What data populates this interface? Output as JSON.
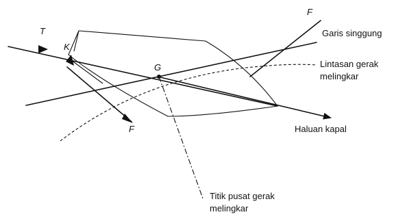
{
  "labels": {
    "t": "T",
    "k": "K",
    "g": "G",
    "f_top": "F",
    "f_bottom": "F",
    "garis_singgung": "Garis singgung",
    "lintasan_line1": "Lintasan gerak",
    "lintasan_line2": "melingkar",
    "haluan_kapal": "Haluan kapal",
    "titik_line1": "Titik pusat gerak",
    "titik_line2": "melingkar"
  }
}
